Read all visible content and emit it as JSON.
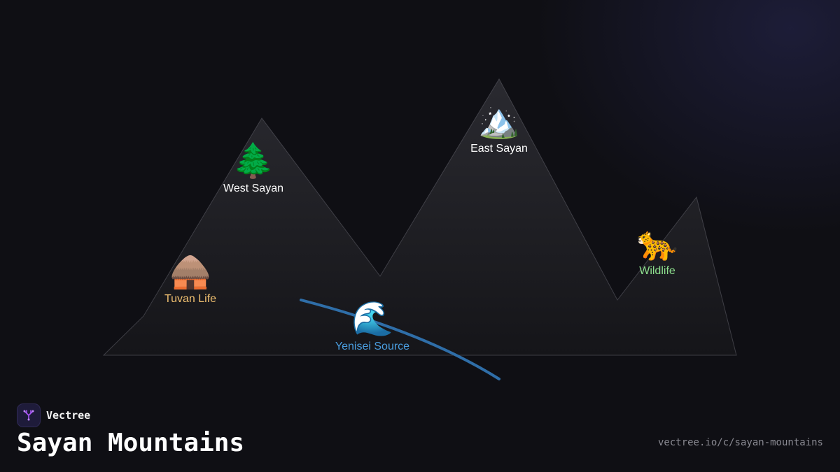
{
  "brand": {
    "name": "Vectree",
    "logo_icon": "vectree-tree-icon",
    "accent": "#a855f7"
  },
  "title": "Sayan Mountains",
  "source_url": "vectree.io/c/sayan-mountains",
  "colors": {
    "background": "#0f0f14",
    "mountain_top": "#2a2a30",
    "mountain_bottom": "#151519",
    "mountain_edge": "#5a5a62",
    "river": "#2f6ea8"
  },
  "points": [
    {
      "id": "west-sayan",
      "icon": "evergreen-tree-icon",
      "glyph": "🌲",
      "label": "West Sayan",
      "color": "#ffffff"
    },
    {
      "id": "east-sayan",
      "icon": "snow-capped-mountain-icon",
      "glyph": "🏔️",
      "label": "East Sayan",
      "color": "#ffffff"
    },
    {
      "id": "tuvan-life",
      "icon": "hut-icon",
      "glyph": "🛖",
      "label": "Tuvan Life",
      "color": "#f0c070"
    },
    {
      "id": "yenisei-source",
      "icon": "water-wave-icon",
      "glyph": "🌊",
      "label": "Yenisei Source",
      "color": "#4a9ee0"
    },
    {
      "id": "wildlife",
      "icon": "leopard-icon",
      "glyph": "🐆",
      "label": "Wildlife",
      "color": "#8ee08e"
    }
  ]
}
